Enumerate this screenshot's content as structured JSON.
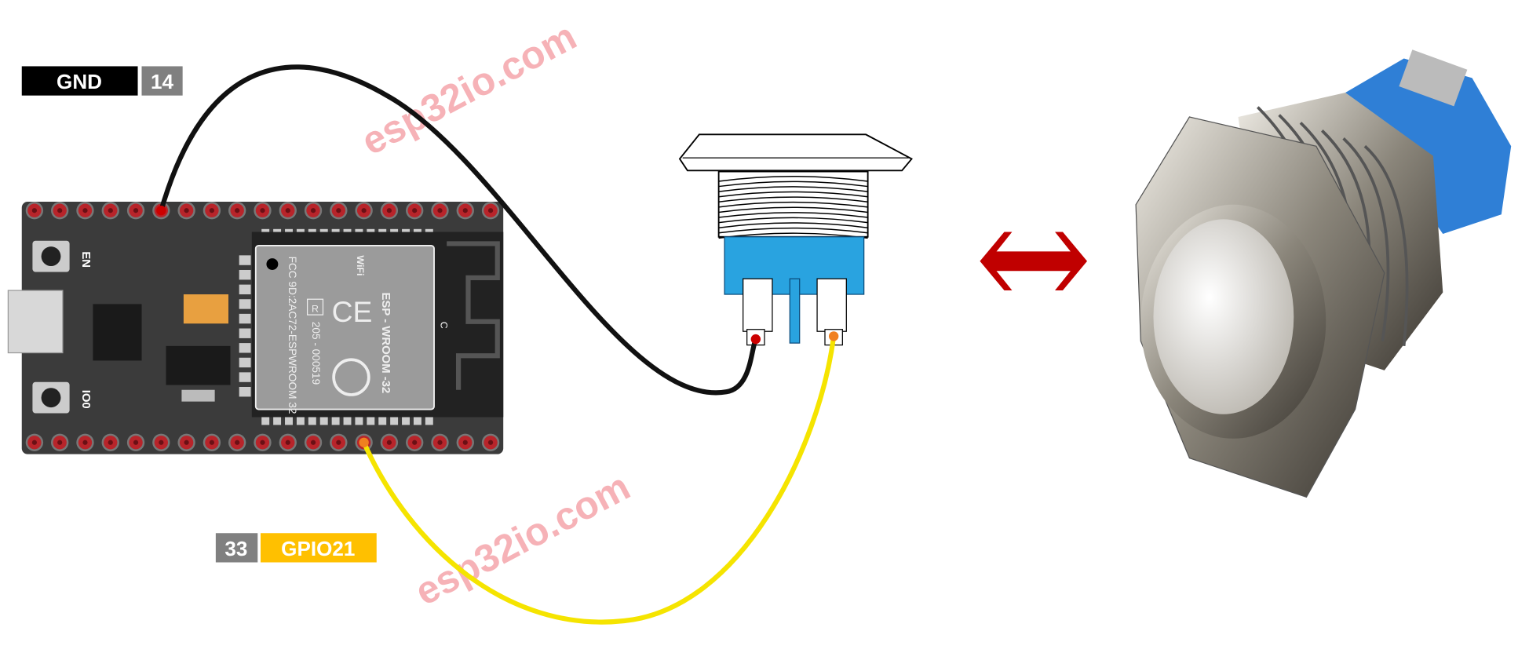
{
  "labels": {
    "gnd": "GND",
    "gnd_pin": "14",
    "gpio_pin": "33",
    "gpio": "GPIO21"
  },
  "board": {
    "en": "EN",
    "io0": "IO0",
    "c": "C",
    "module_name": "ESP - WROOM -32",
    "fcc": "FCC 9D:2AC72-ESPWROOM 32",
    "cert": "205 - 000519",
    "r_mark": "R",
    "wifi": "WiFi"
  },
  "watermark": "esp32io.com",
  "colors": {
    "gnd_bg": "#000000",
    "pin_bg": "#808080",
    "gpio_bg": "#FFC000",
    "arrow": "#C00000",
    "wire_gnd": "#111111",
    "wire_signal": "#F5E400"
  }
}
